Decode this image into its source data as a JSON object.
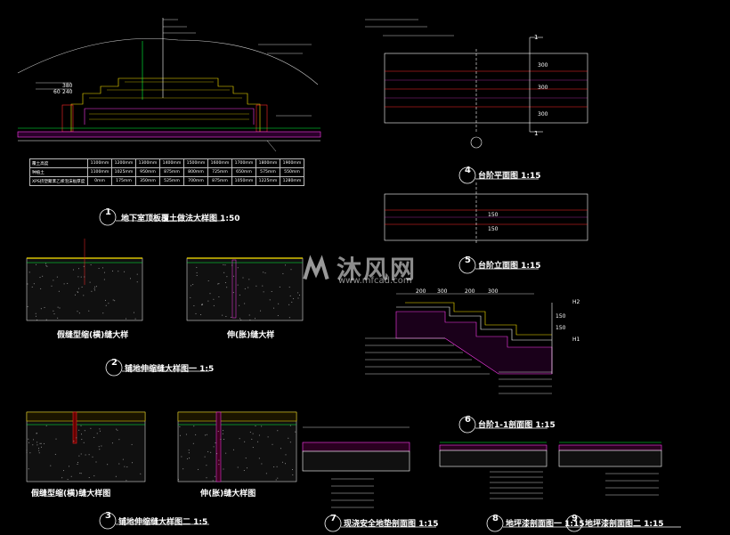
{
  "colors": {
    "background": "#000000",
    "line": "#ffffff",
    "red": "#ff2a2a",
    "yellow": "#ffe600",
    "green": "#00ff3c",
    "magenta": "#ff3df0",
    "cyan": "#00e5ff"
  },
  "watermark": {
    "text": "沐风网",
    "url": "www.mfcad.com"
  },
  "detail1": {
    "num": "1",
    "title": "地下室顶板覆土做法大样图",
    "scale": "1:50",
    "table": {
      "rows": [
        {
          "label": "覆土高度",
          "values": [
            "1100mm",
            "1200mm",
            "1300mm",
            "1400mm",
            "1500mm",
            "1600mm",
            "1700mm",
            "1800mm",
            "1900mm"
          ]
        },
        {
          "label": "种植土",
          "values": [
            "1100mm",
            "1025mm",
            "950mm",
            "875mm",
            "800mm",
            "725mm",
            "650mm",
            "575mm",
            "550mm"
          ]
        },
        {
          "label": "XPS挤塑聚苯乙烯泡沫板厚度",
          "values": [
            "0mm",
            "175mm",
            "350mm",
            "525mm",
            "700mm",
            "875mm",
            "1050mm",
            "1225mm",
            "1280mm"
          ]
        }
      ]
    }
  },
  "detail2": {
    "num": "2",
    "title": "铺地伸缩缝大样图一",
    "scale": "1:5",
    "sub_a": "假缝型缩(横)缝大样",
    "sub_b": "伸(胀)缝大样"
  },
  "detail3": {
    "num": "3",
    "title": "铺地伸缩缝大样图二",
    "scale": "1:5",
    "sub_a": "假缝型缩(横)缝大样图",
    "sub_b": "伸(胀)缝大样图"
  },
  "detail4": {
    "num": "4",
    "title": "台阶平面图",
    "scale": "1:15"
  },
  "detail5": {
    "num": "5",
    "title": "台阶立面图",
    "scale": "1:15"
  },
  "detail6": {
    "num": "6",
    "title": "台阶1-1剖面图",
    "scale": "1:15"
  },
  "detail7": {
    "num": "7",
    "title": "现浇安全地垫剖面图",
    "scale": "1:15"
  },
  "detail8": {
    "num": "8",
    "title": "地坪漆剖面图一",
    "scale": "1:15"
  },
  "detail9": {
    "num": "9",
    "title": "地坪漆剖面图二",
    "scale": "1:15"
  },
  "dims": {
    "d1_a": "380",
    "d1_b": "60",
    "d1_c": "240",
    "d6_top": [
      "200",
      "300",
      "200",
      "300"
    ],
    "d6_right": [
      "150",
      "150"
    ],
    "d5_right": [
      "150",
      "150"
    ],
    "d4_right": [
      "300",
      "300",
      "300"
    ],
    "h_labels": [
      "H2",
      "H1"
    ]
  },
  "section_marks": {
    "label": "1"
  }
}
